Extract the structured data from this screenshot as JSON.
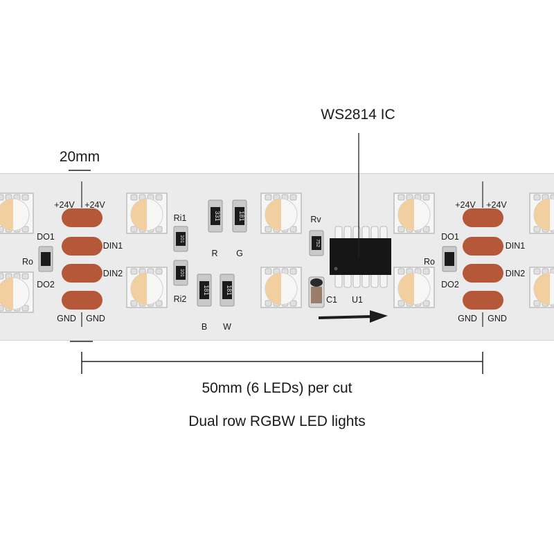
{
  "labels": {
    "ic_callout": "WS2814 IC",
    "pad_width": "20mm",
    "cut_length": "50mm (6 LEDs) per cut",
    "description": "Dual row RGBW LED lights"
  },
  "pcb_labels": {
    "plus24_left": "+24V",
    "plus24_right": "+24V",
    "din1": "DIN1",
    "din2": "DIN2",
    "gnd_left": "GND",
    "gnd_right": "GND",
    "do1": "DO1",
    "do2": "DO2",
    "ro": "Ro",
    "ri1": "Ri1",
    "ri2": "Ri2",
    "rv": "Rv",
    "r": "R",
    "g": "G",
    "b": "B",
    "w": "W",
    "c1": "C1",
    "u1": "U1"
  },
  "resistor_codes": {
    "r": "331",
    "g": "181",
    "b": "181",
    "w": "181",
    "ri1": "101",
    "ri2": "101",
    "rv": "752"
  },
  "colors": {
    "pcb": "#ecebeb",
    "pad": "#b5583a",
    "led_warm": "#f1cfa0",
    "led_white": "#f7f6f4",
    "ic": "#161616",
    "arrow": "#1d1d1d"
  }
}
